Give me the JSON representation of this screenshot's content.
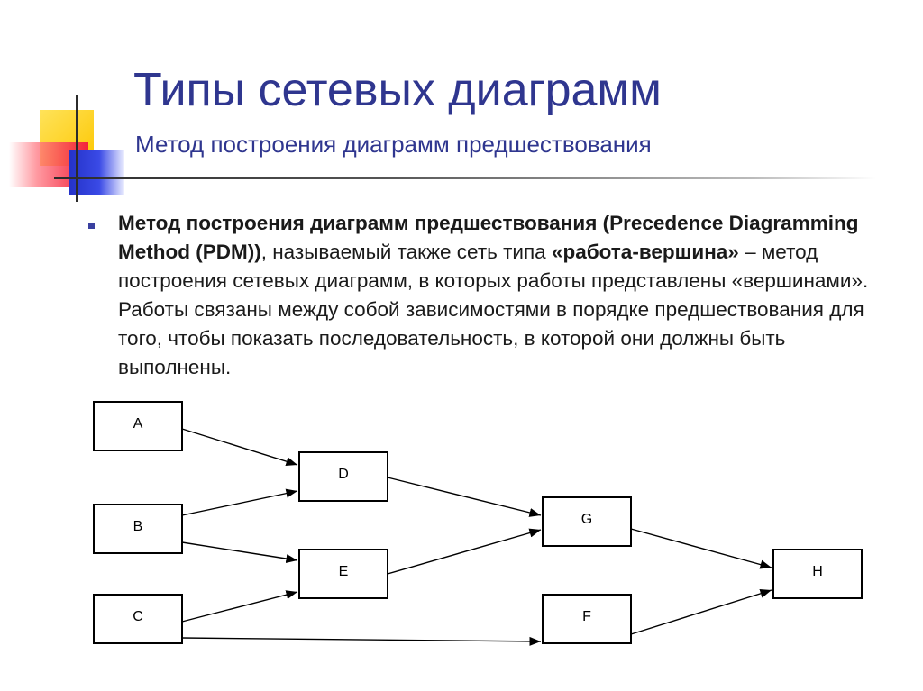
{
  "slide": {
    "title": "Типы сетевых диаграмм",
    "subtitle": "Метод построения диаграмм предшествования"
  },
  "body": {
    "bold_part_1": "Метод построения диаграмм предшествования (Precedence Diagramming Method (PDM))",
    "plain_part_1": ", называемый также сеть типа ",
    "bold_part_2": "«работа-вершина»",
    "plain_part_2": " – метод построения сетевых диаграмм, в которых работы представлены «вершинами». Работы связаны между собой зависимостями в порядке предшествования для того, чтобы показать последовательность, в которой они должны быть выполнены."
  },
  "diagram": {
    "nodes": [
      {
        "id": "A",
        "label": "A"
      },
      {
        "id": "B",
        "label": "B"
      },
      {
        "id": "C",
        "label": "C"
      },
      {
        "id": "D",
        "label": "D"
      },
      {
        "id": "E",
        "label": "E"
      },
      {
        "id": "F",
        "label": "F"
      },
      {
        "id": "G",
        "label": "G"
      },
      {
        "id": "H",
        "label": "H"
      }
    ],
    "edges": [
      {
        "from": "A",
        "to": "D"
      },
      {
        "from": "B",
        "to": "D"
      },
      {
        "from": "B",
        "to": "E"
      },
      {
        "from": "C",
        "to": "E"
      },
      {
        "from": "C",
        "to": "F"
      },
      {
        "from": "D",
        "to": "G"
      },
      {
        "from": "E",
        "to": "G"
      },
      {
        "from": "G",
        "to": "H"
      },
      {
        "from": "F",
        "to": "H"
      }
    ]
  },
  "colors": {
    "title": "#2f368f",
    "text": "#1a1a1a",
    "bullet": "#3a40a0",
    "deco_yellow": "#fcc600",
    "deco_red": "#f3223b",
    "deco_blue": "#2432c8"
  }
}
